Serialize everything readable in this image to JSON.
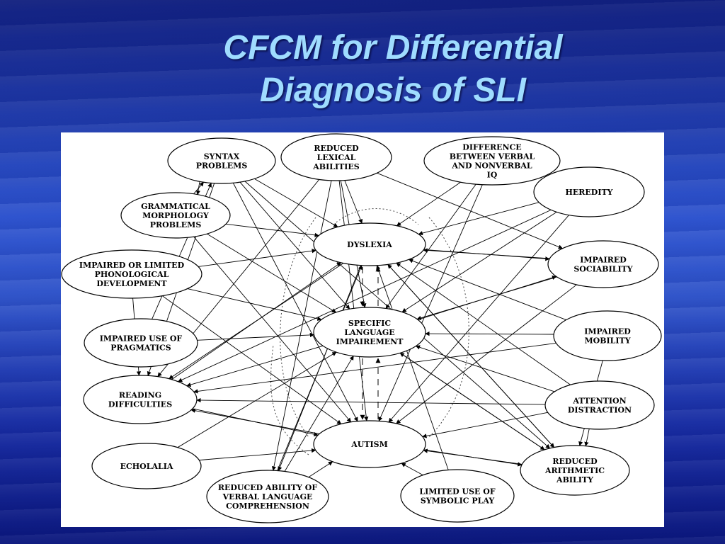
{
  "slide": {
    "title_line1": "CFCM for Differential",
    "title_line2": "Diagnosis of SLI"
  },
  "diagram": {
    "nodes": [
      {
        "id": "syntax",
        "lines": [
          "SYNTAX",
          "PROBLEMS"
        ]
      },
      {
        "id": "lexical",
        "lines": [
          "REDUCED",
          "LEXICAL",
          "ABILITIES"
        ]
      },
      {
        "id": "diffiq",
        "lines": [
          "DIFFERENCE",
          "BETWEEN VERBAL",
          "AND NONVERBAL",
          "IQ"
        ]
      },
      {
        "id": "heredity",
        "lines": [
          "HEREDITY"
        ]
      },
      {
        "id": "grammatical",
        "lines": [
          "GRAMMATICAL",
          "MORPHOLOGY",
          "PROBLEMS"
        ]
      },
      {
        "id": "dyslexia",
        "lines": [
          "DYSLEXIA"
        ]
      },
      {
        "id": "phono",
        "lines": [
          "IMPAIRED OR LIMITED",
          "PHONOLOGICAL",
          "DEVELOPMENT"
        ]
      },
      {
        "id": "sociability",
        "lines": [
          "IMPAIRED",
          "SOCIABILITY"
        ]
      },
      {
        "id": "sli",
        "lines": [
          "SPECIFIC",
          "LANGUAGE",
          "IMPAIREMENT"
        ]
      },
      {
        "id": "pragmatics",
        "lines": [
          "IMPAIRED USE OF",
          "PRAGMATICS"
        ]
      },
      {
        "id": "mobility",
        "lines": [
          "IMPAIRED",
          "MOBILITY"
        ]
      },
      {
        "id": "reading",
        "lines": [
          "READING",
          "DIFFICULTIES"
        ]
      },
      {
        "id": "attention",
        "lines": [
          "ATTENTION",
          "DISTRACTION"
        ]
      },
      {
        "id": "autism",
        "lines": [
          "AUTISM"
        ]
      },
      {
        "id": "echolalia",
        "lines": [
          "ECHOLALIA"
        ]
      },
      {
        "id": "arithmetic",
        "lines": [
          "REDUCED",
          "ARITHMETIC",
          "ABILITY"
        ]
      },
      {
        "id": "verbal",
        "lines": [
          "REDUCED ABILITY OF",
          "VERBAL LANGUAGE",
          "COMPREHENSION"
        ]
      },
      {
        "id": "symbolic",
        "lines": [
          "LIMITED USE OF",
          "SYMBOLIC PLAY"
        ]
      }
    ],
    "edges": [
      [
        "syntax",
        "dyslexia"
      ],
      [
        "syntax",
        "sli"
      ],
      [
        "syntax",
        "autism"
      ],
      [
        "syntax",
        "reading"
      ],
      [
        "syntax",
        "arithmetic"
      ],
      [
        "syntax",
        "grammatical"
      ],
      [
        "lexical",
        "dyslexia"
      ],
      [
        "lexical",
        "sli"
      ],
      [
        "lexical",
        "autism"
      ],
      [
        "lexical",
        "reading"
      ],
      [
        "lexical",
        "sociability"
      ],
      [
        "lexical",
        "verbal"
      ],
      [
        "diffiq",
        "dyslexia"
      ],
      [
        "diffiq",
        "sli"
      ],
      [
        "diffiq",
        "autism"
      ],
      [
        "heredity",
        "dyslexia"
      ],
      [
        "heredity",
        "sli"
      ],
      [
        "heredity",
        "autism"
      ],
      [
        "heredity",
        "reading"
      ],
      [
        "grammatical",
        "dyslexia"
      ],
      [
        "grammatical",
        "sli"
      ],
      [
        "grammatical",
        "autism"
      ],
      [
        "grammatical",
        "syntax"
      ],
      [
        "phono",
        "dyslexia"
      ],
      [
        "phono",
        "sli"
      ],
      [
        "phono",
        "autism"
      ],
      [
        "phono",
        "reading"
      ],
      [
        "pragmatics",
        "sli"
      ],
      [
        "pragmatics",
        "syntax"
      ],
      [
        "reading",
        "dyslexia"
      ],
      [
        "reading",
        "autism"
      ],
      [
        "echolalia",
        "autism"
      ],
      [
        "echolalia",
        "sli"
      ],
      [
        "verbal",
        "autism"
      ],
      [
        "verbal",
        "sli"
      ],
      [
        "verbal",
        "dyslexia"
      ],
      [
        "symbolic",
        "autism"
      ],
      [
        "symbolic",
        "dyslexia"
      ],
      [
        "arithmetic",
        "autism"
      ],
      [
        "arithmetic",
        "dyslexia"
      ],
      [
        "arithmetic",
        "sli"
      ],
      [
        "attention",
        "arithmetic"
      ],
      [
        "attention",
        "reading"
      ],
      [
        "attention",
        "dyslexia"
      ],
      [
        "attention",
        "sli"
      ],
      [
        "attention",
        "autism"
      ],
      [
        "mobility",
        "sli"
      ],
      [
        "mobility",
        "dyslexia"
      ],
      [
        "mobility",
        "reading"
      ],
      [
        "mobility",
        "arithmetic"
      ],
      [
        "sociability",
        "dyslexia"
      ],
      [
        "sociability",
        "sli"
      ],
      [
        "sociability",
        "autism"
      ],
      [
        "dyslexia",
        "sociability"
      ],
      [
        "dyslexia",
        "reading"
      ],
      [
        "dyslexia",
        "arithmetic"
      ],
      [
        "dyslexia",
        "verbal"
      ],
      [
        "sli",
        "reading"
      ],
      [
        "sli",
        "arithmetic"
      ],
      [
        "sli",
        "sociability"
      ],
      [
        "autism",
        "arithmetic"
      ],
      [
        "autism",
        "reading"
      ]
    ],
    "dashed_edges": [
      [
        "dyslexia",
        "sli"
      ],
      [
        "sli",
        "dyslexia"
      ],
      [
        "sli",
        "autism"
      ],
      [
        "autism",
        "sli"
      ]
    ]
  }
}
